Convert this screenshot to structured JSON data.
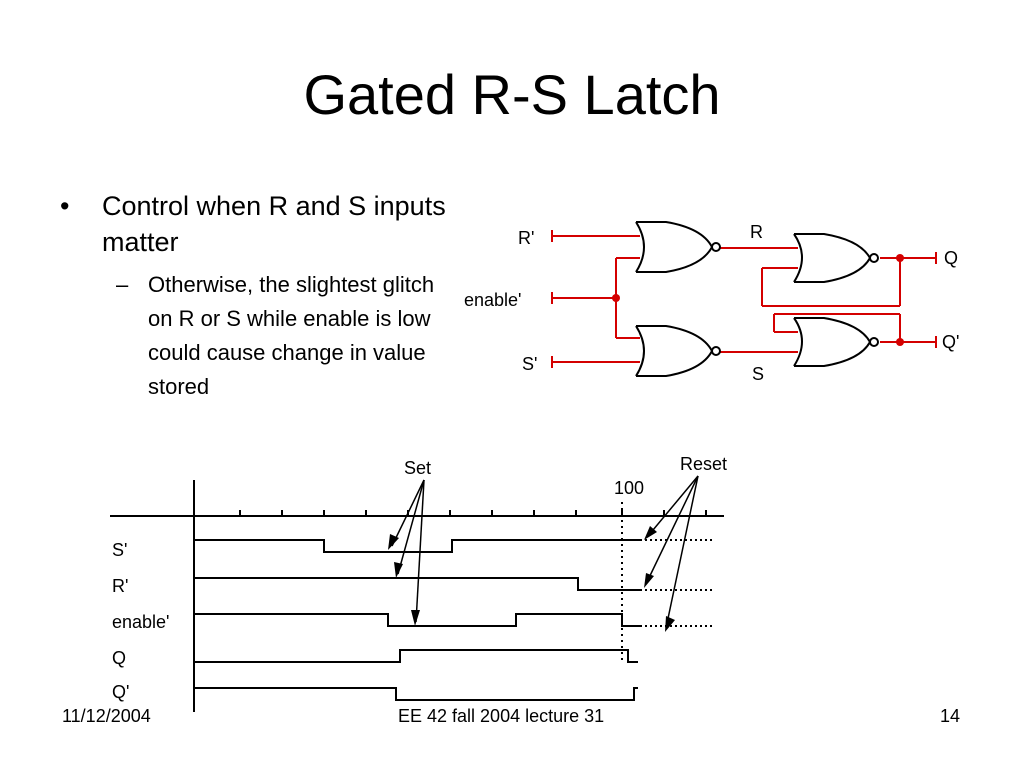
{
  "slide": {
    "title": "Gated R-S Latch",
    "bullet": "Control when R and S inputs matter",
    "sub_bullet": "Otherwise, the slightest glitch on R or S while enable is low could cause change in value stored",
    "bullet_mark": "•",
    "sub_mark": "–"
  },
  "circuit": {
    "inputs": [
      "R'",
      "enable'",
      "S'"
    ],
    "internal": [
      "R",
      "S"
    ],
    "outputs": [
      "Q",
      "Q'"
    ],
    "wire_color": "#d40000"
  },
  "timing": {
    "signals": [
      "S'",
      "R'",
      "enable'",
      "Q",
      "Q'"
    ],
    "annotations": {
      "set": "Set",
      "reset": "Reset",
      "time_marker": "100"
    }
  },
  "footer": {
    "date": "11/12/2004",
    "center": "EE 42 fall 2004 lecture 31",
    "page": "14"
  }
}
